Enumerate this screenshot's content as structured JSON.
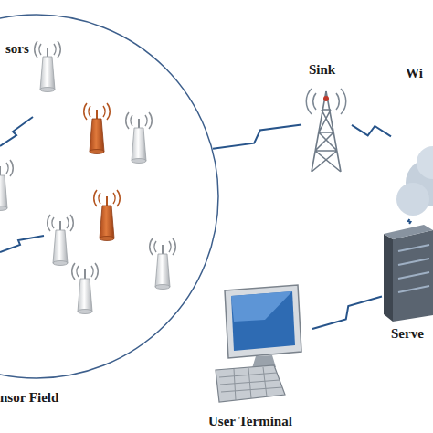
{
  "diagram": {
    "nodes": [
      {
        "text": [
          "sors",
          "nsor Field"
        ]
      },
      {
        "text": [
          "Sink"
        ]
      },
      {
        "text": [
          "Wi"
        ]
      },
      {
        "text": [
          "Serve"
        ]
      },
      {
        "text": [
          "User Terminal"
        ]
      }
    ],
    "edges": [
      {
        "from": 0,
        "to": 1,
        "arrow": "none"
      },
      {
        "from": 1,
        "to": 2,
        "arrow": "none"
      },
      {
        "from": 2,
        "to": 3,
        "arrow": "none"
      },
      {
        "from": 3,
        "to": 4,
        "arrow": "none"
      }
    ]
  }
}
